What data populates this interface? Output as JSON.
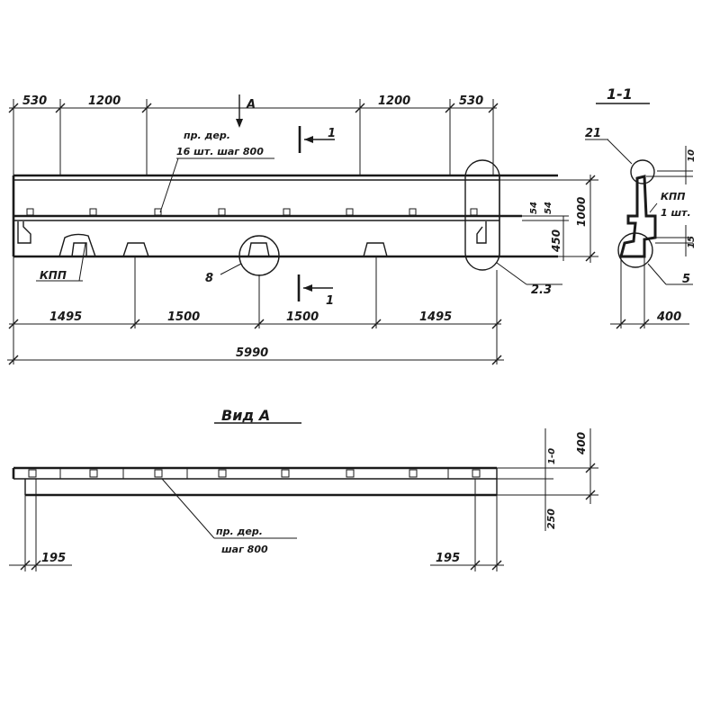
{
  "front_view": {
    "dims_top": [
      "530",
      "1200",
      "1200",
      "530"
    ],
    "dims_bottom": [
      "1495",
      "1500",
      "1500",
      "1495"
    ],
    "overall": "5990",
    "view_marker": "А",
    "section_number": "1",
    "note_line1": "пр. дер.",
    "note_line2": "16 шт. шаг 800",
    "label_kpp": "КПП",
    "callout_8": "8",
    "callout_23": "2.3",
    "height_1000": "1000",
    "height_450": "450",
    "dim_54a": "54",
    "dim_54b": "54"
  },
  "section_view": {
    "title": "1-1",
    "callout_21": "21",
    "callout_5": "5",
    "label_kpp": "КПП",
    "label_qty": "1 шт.",
    "dim_10": "10",
    "dim_15": "15",
    "width": "400"
  },
  "plan_view": {
    "title": "Вид А",
    "note_line1": "пр. дер.",
    "note_line2": "шаг 800",
    "dim_left": "195",
    "dim_right": "195",
    "dim_10": "1-0",
    "dim_400": "400",
    "dim_250": "250"
  }
}
